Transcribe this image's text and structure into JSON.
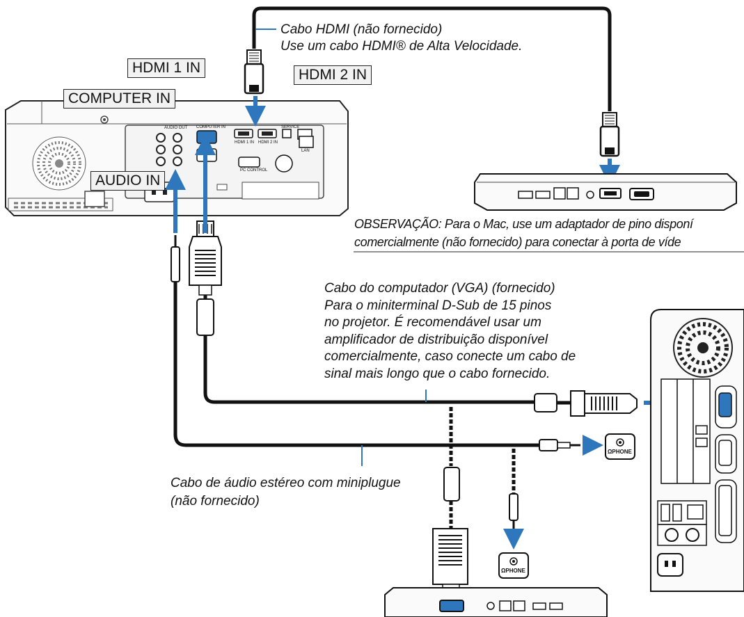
{
  "ports": {
    "hdmi1": "HDMI 1 IN",
    "hdmi2": "HDMI 2 IN",
    "computer_in": "COMPUTER IN",
    "audio_in": "AUDIO IN"
  },
  "captions": {
    "hdmi_cable_1": "Cabo HDMI (não fornecido)",
    "hdmi_cable_2": "Use um cabo HDMI® de Alta Velocidade.",
    "note_1": "OBSERVAÇÃO: Para o Mac, use um adaptador de pino disponí",
    "note_2": "comercialmente (não fornecido) para conectar à porta de víde",
    "vga_cable": [
      "Cabo do computador (VGA) (fornecido)",
      "Para o miniterminal D-Sub de 15 pinos",
      "no projetor. É recomendável usar um",
      "amplificador de distribuição disponível",
      "comercialmente, caso conecte um cabo de",
      "sinal mais longo que o cabo fornecido."
    ],
    "audio_cable_1": "Cabo de áudio estéreo com miniplugue",
    "audio_cable_2": "(não fornecido)"
  },
  "jacks": {
    "phone": "PHONE"
  },
  "projector_panel": {
    "audio_out": "AUDIO OUT",
    "computer_in_small": "COMPUTER IN",
    "hdmi1_small": "HDMI 1 IN",
    "hdmi2_small": "HDMI 2 IN",
    "lan": "LAN",
    "pc_control": "PC CONTROL",
    "service": "SERVICE"
  },
  "colors": {
    "arrow": "#2e77bd",
    "cable": "#111111",
    "panel": "#f2f2f2"
  }
}
